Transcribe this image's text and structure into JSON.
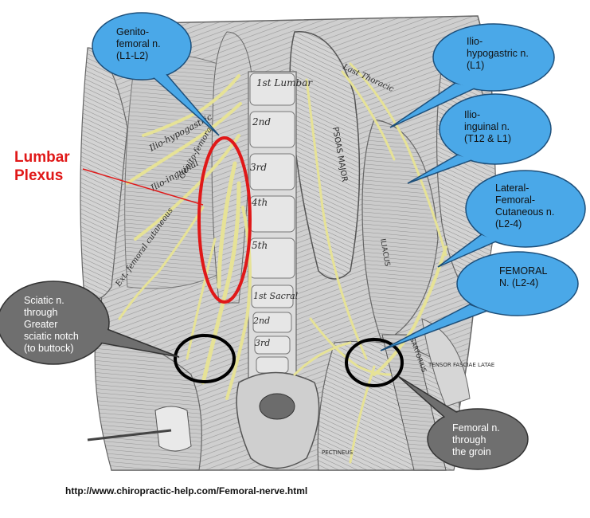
{
  "plexus_label": [
    "Lumbar",
    "Plexus"
  ],
  "callouts": {
    "genitofemoral": [
      "Genito-",
      "femoral n.",
      "(L1-L2)"
    ],
    "iliohypogastric": [
      "Ilio-",
      "hypogastric n.",
      "(L1)"
    ],
    "ilioinguinal": [
      "Ilio-",
      "inguinal n.",
      "(T12 & L1)"
    ],
    "lateral_femoral_cutaneous": [
      "Lateral-",
      "Femoral-",
      "Cutaneous n.",
      "(L2-4)"
    ],
    "femoral": [
      "FEMORAL",
      "N. (L2-4)"
    ],
    "sciatic": [
      "Sciatic n.",
      "through",
      "Greater",
      "sciatic notch",
      "(to buttock)"
    ],
    "femoral_groin": [
      "Femoral n.",
      "through",
      "the groin"
    ]
  },
  "engraving_labels": {
    "vertebra_1": "1st Lumbar",
    "vertebra_2": "2nd",
    "vertebra_3": "3rd",
    "vertebra_4": "4th",
    "vertebra_5": "5th",
    "sacral_1": "1st Sacral",
    "sacral_2": "2nd",
    "sacral_3": "3rd",
    "psoas": "PSOAS MAJOR",
    "iliacus": "ILIACUS",
    "last_thoracic": "Last Thoracic",
    "ilio_hypogastric": "Ilio-hypogastric",
    "ilio_inguinal": "Ilio-inguinal",
    "genito_femoral": "Genito-femoral",
    "ext_cutaneous": "Ext. femoral cutaneous",
    "pectineus": "PECTINEUS",
    "sartorius": "SARTORIUS",
    "tensor": "TENSOR FASCIAE LATAE"
  },
  "source_url": "http://www.chiropractic-help.com/Femoral-nerve.html",
  "colors": {
    "blue_bubble": "#4aa8e8",
    "gray_bubble": "#6f6f6f",
    "plexus_red": "#e01818",
    "nerve_yellow": "#e8e49a",
    "muscle_gray": "#c9c9c9"
  }
}
